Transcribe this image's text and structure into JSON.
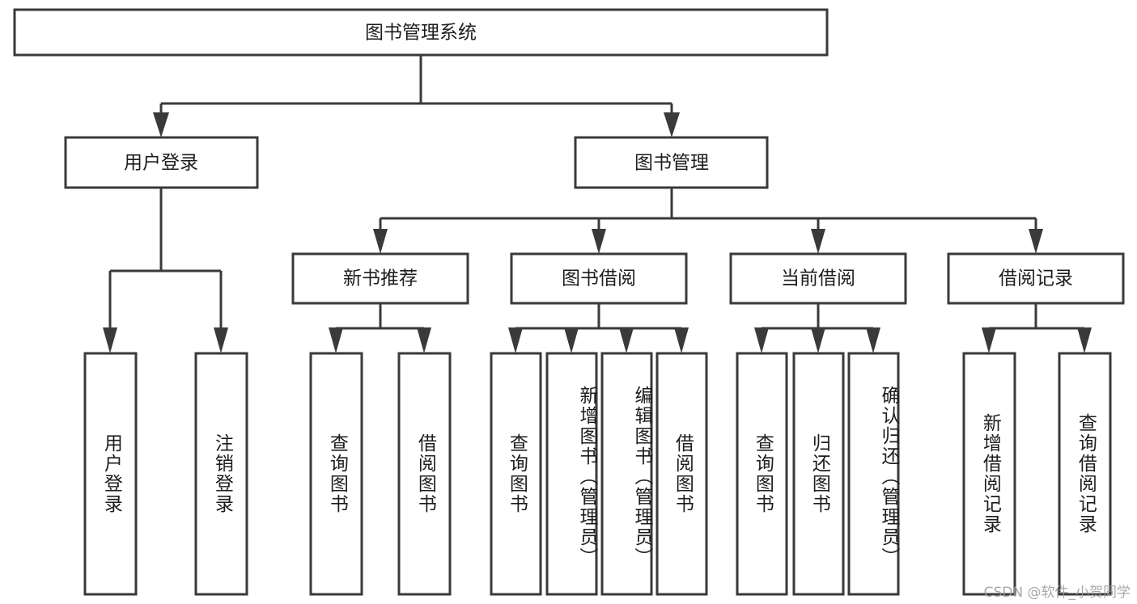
{
  "diagram": {
    "title": "图书管理系统",
    "type": "tree-hierarchy-functional-decomposition",
    "watermark": "CSDN @软件_小贺同学",
    "colors": {
      "stroke": "#3a3a3a",
      "fill": "#ffffff",
      "text": "#1d1d1d",
      "watermark": "#9a9a9a"
    },
    "root": {
      "label": "图书管理系统"
    },
    "level2": [
      {
        "label": "用户登录"
      },
      {
        "label": "图书管理"
      }
    ],
    "level3": [
      {
        "label": "新书推荐"
      },
      {
        "label": "图书借阅"
      },
      {
        "label": "当前借阅"
      },
      {
        "label": "借阅记录"
      }
    ],
    "leaves": {
      "user_login": [
        {
          "label": "用户登录"
        },
        {
          "label": "注销登录"
        }
      ],
      "new_book_recommend": [
        {
          "label": "查询图书"
        },
        {
          "label": "借阅图书"
        }
      ],
      "book_borrow": [
        {
          "label": "查询图书"
        },
        {
          "label": "新增图书（管理员）"
        },
        {
          "label": "编辑图书（管理员）"
        },
        {
          "label": "借阅图书"
        }
      ],
      "current_borrow": [
        {
          "label": "查询图书"
        },
        {
          "label": "归还图书"
        },
        {
          "label": "确认归还（管理员）"
        }
      ],
      "borrow_record": [
        {
          "label": "新增借阅记录"
        },
        {
          "label": "查询借阅记录"
        }
      ]
    }
  }
}
